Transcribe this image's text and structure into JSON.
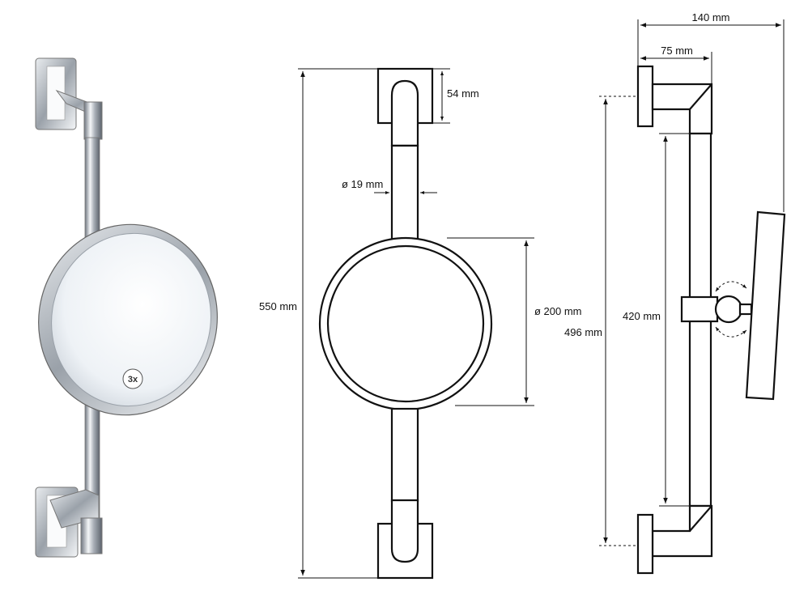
{
  "dimensions": {
    "total_width": "140 mm",
    "bracket_depth": "75 mm",
    "bracket_height": "54 mm",
    "tube_diameter": "ø 19 mm",
    "mirror_diameter": "ø 200 mm",
    "total_height": "550 mm",
    "bar_length": "420 mm",
    "mount_distance": "496 mm"
  },
  "product_photo": {
    "magnification_badge": "3x"
  },
  "colors": {
    "line": "#111111",
    "chrome_dark": "#6f7680",
    "chrome_light": "#f4f6f8"
  }
}
